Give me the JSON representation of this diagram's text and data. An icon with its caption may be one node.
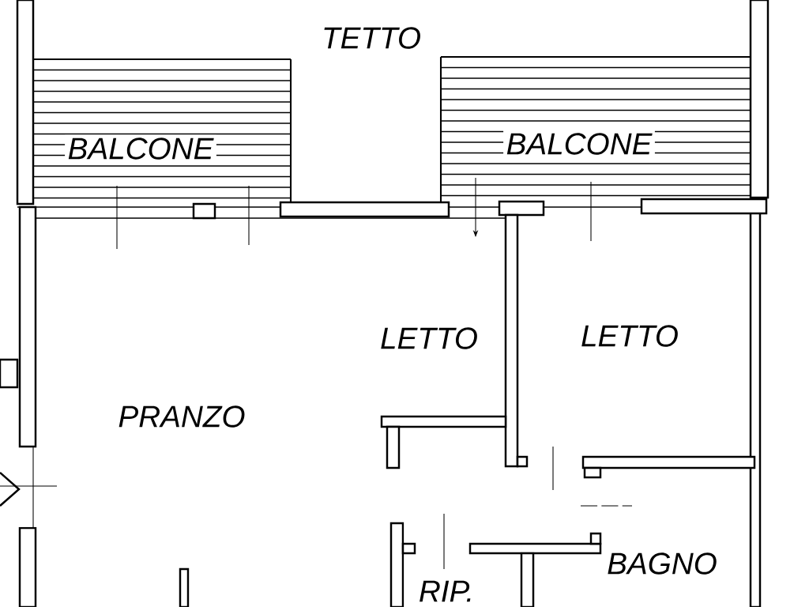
{
  "diagram": {
    "labels": [
      "TETTO",
      "BALCONE",
      "BALCONE",
      "LETTO",
      "LETTO",
      "PRANZO",
      "BAGNO",
      "RIP."
    ]
  }
}
